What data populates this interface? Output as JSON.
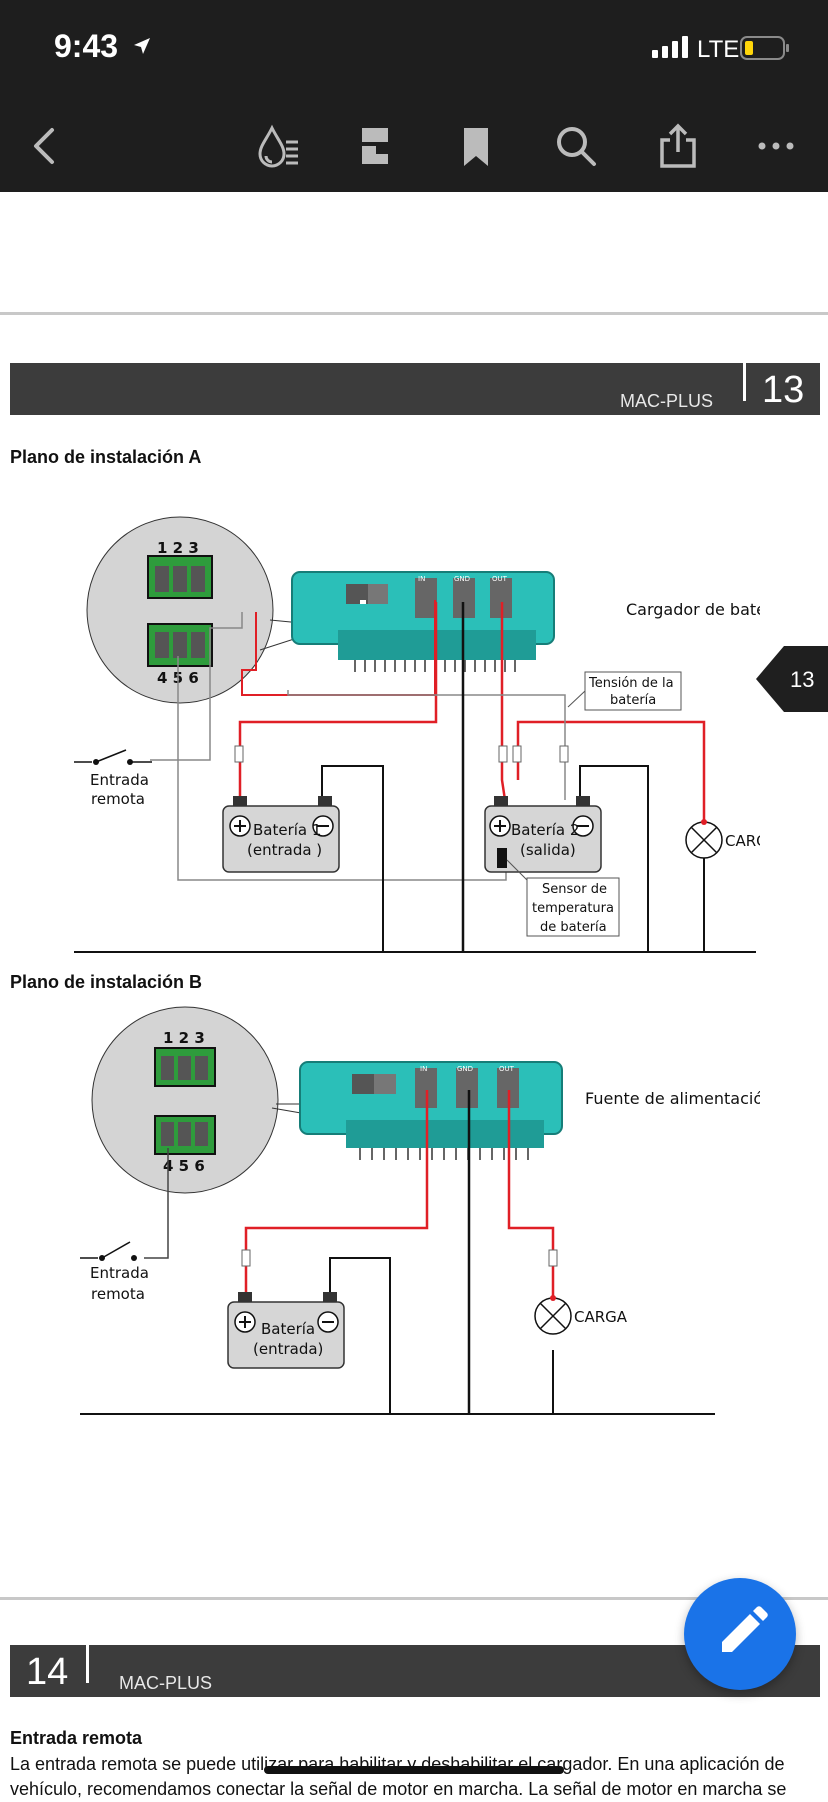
{
  "status_bar": {
    "time": "9:43",
    "network": "LTE"
  },
  "toolbar": {
    "icons": [
      "back-icon",
      "drop-menu-icon",
      "page-layout-icon",
      "bookmark-icon",
      "search-icon",
      "share-icon",
      "more-icon"
    ]
  },
  "page13": {
    "header_title": "MAC-PLUS",
    "page_number": "13",
    "side_tab_number": "13",
    "plan_a": {
      "heading": "Plano de instalación A",
      "device_label": "Cargador de batería",
      "pin_top": "1 2 3",
      "pin_bottom": "4 5 6",
      "terminal_in": "IN",
      "terminal_gnd": "GND",
      "terminal_out": "OUT",
      "remote_input_line1": "Entrada",
      "remote_input_line2": "remota",
      "battery1_line1": "Batería 1",
      "battery1_line2": "(entrada )",
      "battery2_line1": "Batería 2",
      "battery2_line2": "(salida)",
      "voltage_label_line1": "Tensión de la",
      "voltage_label_line2": "batería",
      "sensor_line1": "Sensor de",
      "sensor_line2": "temperatura",
      "sensor_line3": "de batería",
      "load_label": "CARGA"
    },
    "plan_b": {
      "heading": "Plano de instalación B",
      "device_label": "Fuente de alimentación",
      "pin_top": "1 2 3",
      "pin_bottom": "4 5 6",
      "terminal_in": "IN",
      "terminal_gnd": "GND",
      "terminal_out": "OUT",
      "remote_input_line1": "Entrada",
      "remote_input_line2": "remota",
      "battery_line1": "Batería",
      "battery_line2": "(entrada)",
      "load_label": "CARGA"
    }
  },
  "page14": {
    "page_number": "14",
    "header_title": "MAC-PLUS",
    "section_heading": "Entrada remota",
    "paragraph_line1": "La entrada remota se puede utilizar para habilitar y deshabilitar el cargador. En una aplicación de",
    "paragraph_line2": "vehículo, recomendamos conectar la señal de motor en marcha. La señal de motor en marcha se"
  },
  "colors": {
    "device_teal": "#2bbfb8",
    "wire_red": "#e01f26",
    "fab_blue": "#1a73e8",
    "header_bar": "#3c3c3c",
    "toolbar_bg": "#1e1e1e"
  }
}
